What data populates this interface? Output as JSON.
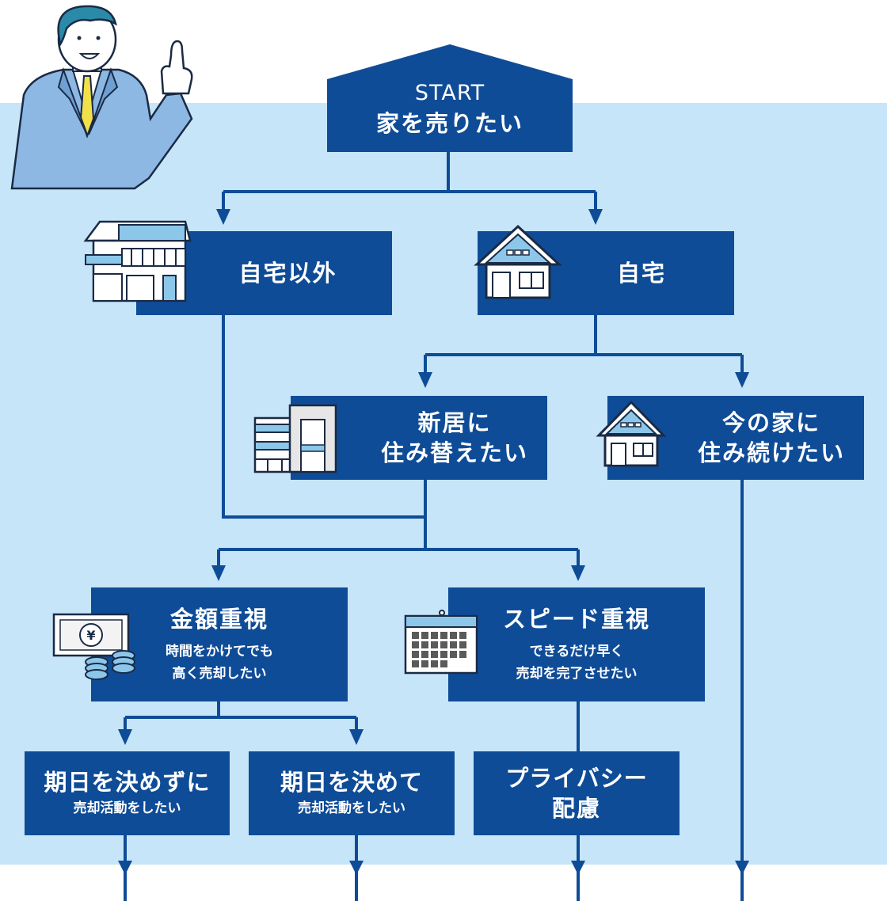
{
  "start": {
    "label": "START",
    "title": "家を売りたい"
  },
  "nodes": {
    "other": {
      "title": "自宅以外"
    },
    "home": {
      "title": "自宅"
    },
    "move": {
      "line1": "新居に",
      "line2": "住み替えたい"
    },
    "stay": {
      "line1": "今の家に",
      "line2": "住み続けたい"
    },
    "money": {
      "title": "金額重視",
      "sub1": "時間をかけてでも",
      "sub2": "高く売却したい"
    },
    "speed": {
      "title": "スピード重視",
      "sub1": "できるだけ早く",
      "sub2": "売却を完了させたい"
    },
    "nodate": {
      "title": "期日を決めずに",
      "sub": "売却活動をしたい"
    },
    "date": {
      "title": "期日を決めて",
      "sub": "売却活動をしたい"
    },
    "privacy": {
      "line1": "プライバシー",
      "line2": "配慮"
    }
  },
  "illustrations": {
    "person": "businessman-pointing-illustration",
    "other_house": "two-story-house-icon",
    "home_house": "house-icon",
    "apartment": "apartment-building-icon",
    "stay_house": "house-icon",
    "banknote": "yen-banknote-and-coins-icon",
    "calendar": "calendar-icon"
  },
  "colors": {
    "box": "#0f4c97",
    "background": "#c6e5f8",
    "line": "#0f4c97"
  }
}
